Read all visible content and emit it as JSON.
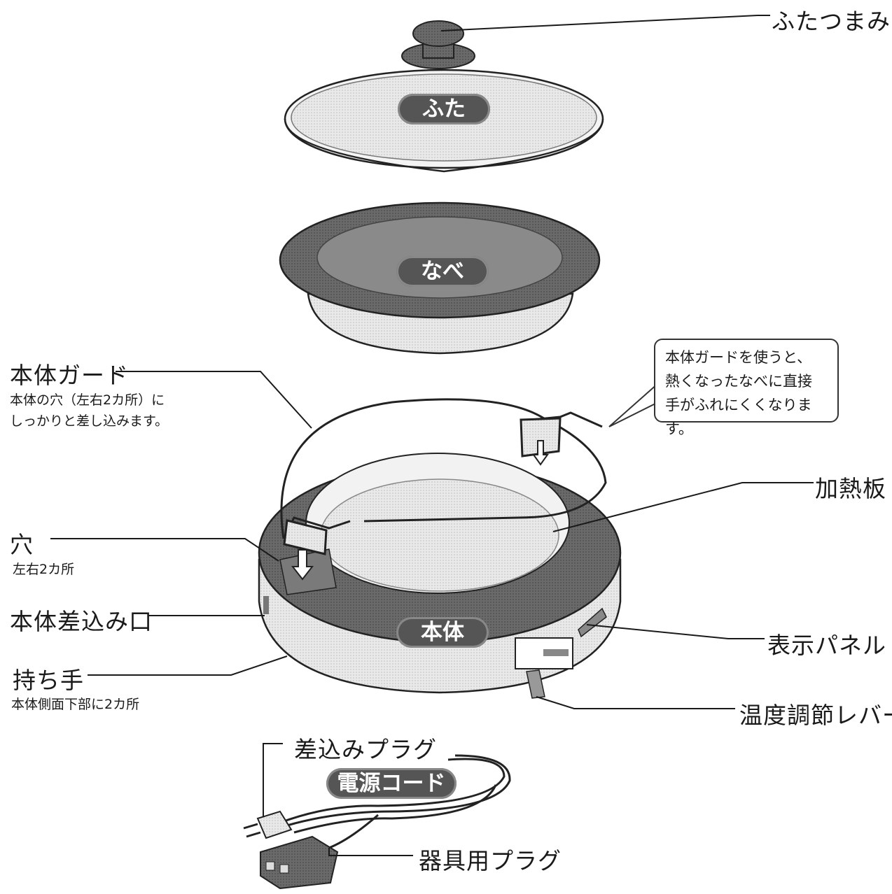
{
  "parts": {
    "lid_knob": "ふたつまみ",
    "lid": "ふた",
    "pot": "なべ",
    "guard": "本体ガード",
    "guard_note_1": "本体の穴（左右2カ所）に",
    "guard_note_2": "しっかりと差し込みます。",
    "hole": "穴",
    "hole_note": "左右2カ所",
    "inlet": "本体差込み口",
    "handle": "持ち手",
    "handle_note": "本体側面下部に2カ所",
    "heating_plate": "加熱板",
    "body": "本体",
    "display_panel": "表示パネル",
    "temp_lever": "温度調節レバー",
    "plug": "差込みプラグ",
    "cord": "電源コード",
    "appliance_plug": "器具用プラグ"
  },
  "callout": {
    "line1": "本体ガードを使うと、",
    "line2": "熱くなったなべに直接",
    "line3": "手がふれにくくなります。"
  },
  "colors": {
    "line": "#1a1a1a",
    "dark": "#555555",
    "mid": "#9a9a9a",
    "light": "#e6e6e6"
  }
}
